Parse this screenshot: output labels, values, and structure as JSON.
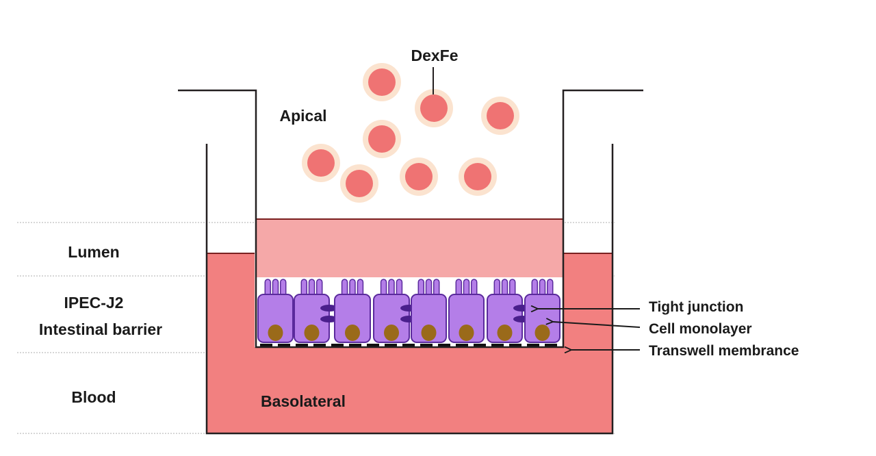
{
  "labels": {
    "dexfe": "DexFe",
    "apical": "Apical",
    "basolateral": "Basolateral",
    "lumen": "Lumen",
    "ipec_j2": "IPEC-J2",
    "intestinal_barrier": "Intestinal barrier",
    "blood": "Blood",
    "tight_junction": "Tight junction",
    "cell_monolayer": "Cell monolayer",
    "transwell_membrance": "Transwell membrance"
  },
  "colors": {
    "outline": "#231f20",
    "basolateral_fill": "#f28080",
    "apical_medium_fill": "#f5a8a8",
    "cell_fill": "#b47ee8",
    "cell_outline": "#5a2a9c",
    "nucleus_fill": "#9a6a1a",
    "junction_fill": "#4a1f8c",
    "particle_core": "#ef7373",
    "particle_halo": "#fbe3cf",
    "guide_line": "#c8c8c8"
  }
}
